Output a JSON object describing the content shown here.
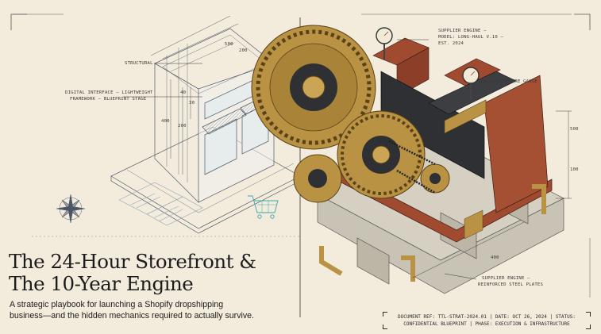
{
  "title_line1": "The 24-Hour Storefront &",
  "title_line2": "The 10-Year Engine",
  "subtitle_line1": "A strategic playbook for launching a Shopify dropshipping",
  "subtitle_line2": "business—and the hidden mechanics required to actually survive.",
  "labels": {
    "structural": "STRUCTURAL",
    "digital_1": "DIGITAL INTERFACE – LIGHTWEIGHT",
    "digital_2": "FRAMEWORK – BLUEPRINT STAGE",
    "supplier_top_1": "SUPPLIER ENGINE –",
    "supplier_top_2": "MODEL: LONG-HAUL V.10 –",
    "supplier_top_3": "EST. 2024",
    "pressure_gauge": "PRESSURE GAUGE",
    "supplier_bottom_1": "SUPPLIER ENGINE –",
    "supplier_bottom_2": "REINFORCED STEEL PLATES"
  },
  "dimensions": {
    "d500": "500",
    "d200": "200",
    "d400": "400",
    "d100": "100",
    "d40": "40",
    "d30": "30"
  },
  "doc_ref_line1": "DOCUMENT REF: TTL-STRAT-2024.01 | DATE: OCT 26, 2024 | STATUS:",
  "doc_ref_line2": "CONFIDENTIAL BLUEPRINT | PHASE: EXECUTION & INFRASTRUCTURE",
  "colors": {
    "paper": "#f3ecdd",
    "blueprint_line": "#4f5a66",
    "brass": "#b99243",
    "rust": "#a04a30",
    "steel": "#2f3033",
    "concrete": "#c9c3b5"
  }
}
